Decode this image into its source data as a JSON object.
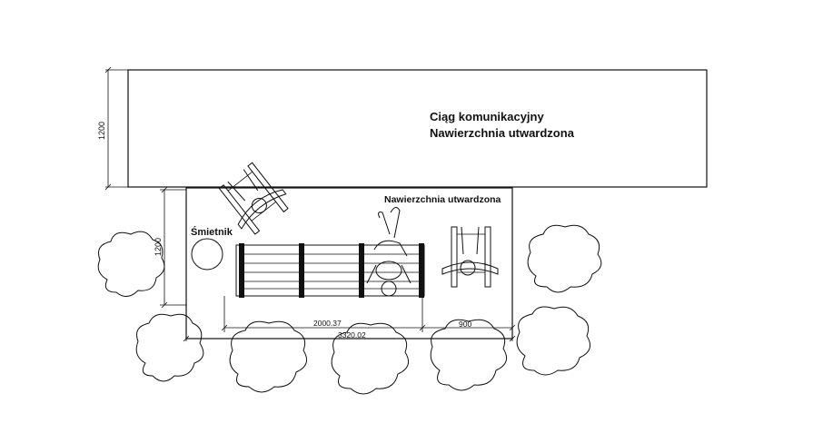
{
  "labels": {
    "corridor_line1": "Ciąg komunikacyjny",
    "corridor_line2": "Nawierzchnia utwardzona",
    "pad_surface": "Nawierzchnia utwardzona",
    "trash_bin": "Śmietnik"
  },
  "dimensions": {
    "corridor_width": "1200",
    "pad_depth": "1200",
    "bench_length": "2000.37",
    "wheelchair_space": "900",
    "total_length": "3320.02"
  },
  "colors": {
    "line": "#111111",
    "background": "#ffffff"
  }
}
